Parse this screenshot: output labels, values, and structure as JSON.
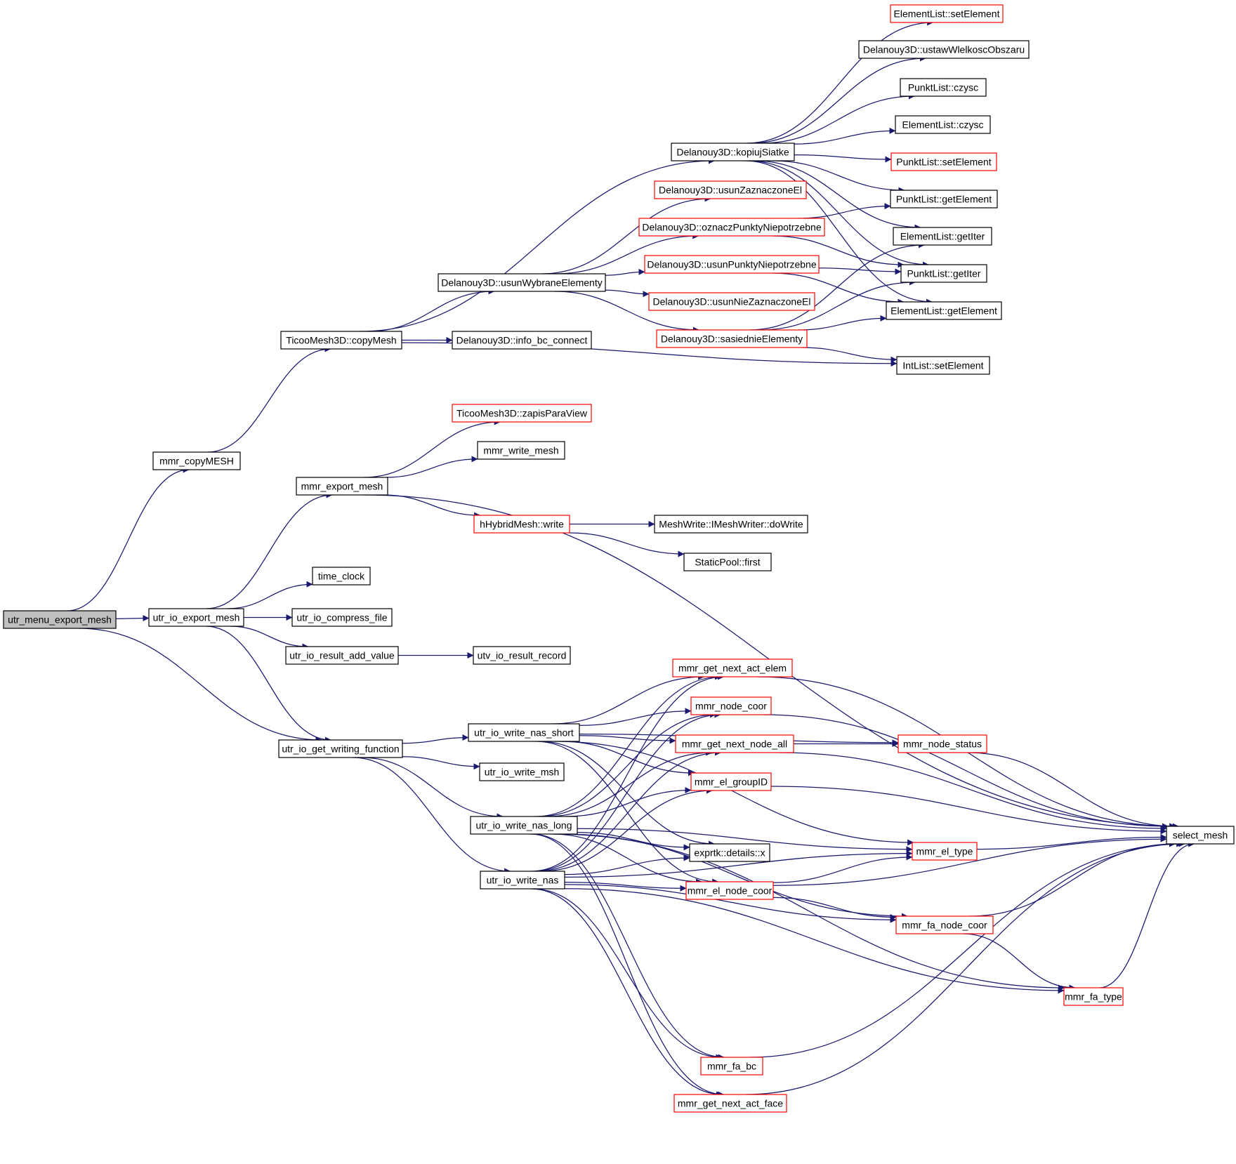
{
  "colors": {
    "edge": "#191970",
    "root_fill": "#bfbfbf",
    "normal_border": "#000000",
    "truncated_border": "#ff0000",
    "background": "#ffffff"
  },
  "nodes": {
    "root": {
      "label": "utr_menu_export_mesh",
      "kind": "root"
    },
    "copyMESH": {
      "label": "mmr_copyMESH",
      "kind": "normal"
    },
    "export": {
      "label": "utr_io_export_mesh",
      "kind": "normal"
    },
    "getwf": {
      "label": "utr_io_get_writing_function",
      "kind": "normal"
    },
    "copyMesh": {
      "label": "TicooMesh3D::copyMesh",
      "kind": "normal"
    },
    "kopiuj": {
      "label": "Delanouy3D::kopiujSiatke",
      "kind": "normal"
    },
    "usunWybrane": {
      "label": "Delanouy3D::usunWybraneElementy",
      "kind": "normal"
    },
    "infobc": {
      "label": "Delanouy3D::info_bc_connect",
      "kind": "normal"
    },
    "elSet": {
      "label": "ElementList::setElement",
      "kind": "truncated"
    },
    "ustaw": {
      "label": "Delanouy3D::ustawWlelkoscObszaru",
      "kind": "normal"
    },
    "ptCzysc": {
      "label": "PunktList::czysc",
      "kind": "normal"
    },
    "elCzysc": {
      "label": "ElementList::czysc",
      "kind": "normal"
    },
    "ptSet": {
      "label": "PunktList::setElement",
      "kind": "truncated"
    },
    "ptGetEl": {
      "label": "PunktList::getElement",
      "kind": "normal"
    },
    "elGetIter": {
      "label": "ElementList::getIter",
      "kind": "normal"
    },
    "ptGetIter": {
      "label": "PunktList::getIter",
      "kind": "normal"
    },
    "elGetEl": {
      "label": "ElementList::getElement",
      "kind": "normal"
    },
    "intSet": {
      "label": "IntList::setElement",
      "kind": "normal"
    },
    "usunZazn": {
      "label": "Delanouy3D::usunZaznaczoneEl",
      "kind": "truncated"
    },
    "oznacz": {
      "label": "Delanouy3D::oznaczPunktyNiepotrzebne",
      "kind": "truncated"
    },
    "usunPunkty": {
      "label": "Delanouy3D::usunPunktyNiepotrzebne",
      "kind": "truncated"
    },
    "usunNie": {
      "label": "Delanouy3D::usunNieZaznaczoneEl",
      "kind": "truncated"
    },
    "sasiednie": {
      "label": "Delanouy3D::sasiednieElementy",
      "kind": "truncated"
    },
    "exportMesh": {
      "label": "mmr_export_mesh",
      "kind": "normal"
    },
    "zapis": {
      "label": "TicooMesh3D::zapisParaView",
      "kind": "truncated"
    },
    "writeMesh": {
      "label": "mmr_write_mesh",
      "kind": "normal"
    },
    "hybrid": {
      "label": "hHybridMesh::write",
      "kind": "truncated"
    },
    "doWrite": {
      "label": "MeshWrite::IMeshWriter::doWrite",
      "kind": "normal"
    },
    "staticPool": {
      "label": "StaticPool::first",
      "kind": "normal"
    },
    "timeClock": {
      "label": "time_clock",
      "kind": "normal"
    },
    "compress": {
      "label": "utr_io_compress_file",
      "kind": "normal"
    },
    "addValue": {
      "label": "utr_io_result_add_value",
      "kind": "normal"
    },
    "resultRecord": {
      "label": "utv_io_result_record",
      "kind": "normal"
    },
    "nasShort": {
      "label": "utr_io_write_nas_short",
      "kind": "normal"
    },
    "msh": {
      "label": "utr_io_write_msh",
      "kind": "normal"
    },
    "nasLong": {
      "label": "utr_io_write_nas_long",
      "kind": "normal"
    },
    "nas": {
      "label": "utr_io_write_nas",
      "kind": "normal"
    },
    "nextActElem": {
      "label": "mmr_get_next_act_elem",
      "kind": "truncated"
    },
    "nodeCoor": {
      "label": "mmr_node_coor",
      "kind": "truncated"
    },
    "nextNodeAll": {
      "label": "mmr_get_next_node_all",
      "kind": "truncated"
    },
    "nodeStatus": {
      "label": "mmr_node_status",
      "kind": "truncated"
    },
    "groupID": {
      "label": "mmr_el_groupID",
      "kind": "truncated"
    },
    "exprtk": {
      "label": "exprtk::details::x",
      "kind": "normal"
    },
    "elType": {
      "label": "mmr_el_type",
      "kind": "truncated"
    },
    "elNodeCoor": {
      "label": "mmr_el_node_coor",
      "kind": "truncated"
    },
    "faNodeCoor": {
      "label": "mmr_fa_node_coor",
      "kind": "truncated"
    },
    "faType": {
      "label": "mmr_fa_type",
      "kind": "truncated"
    },
    "faBc": {
      "label": "mmr_fa_bc",
      "kind": "truncated"
    },
    "nextActFace": {
      "label": "mmr_get_next_act_face",
      "kind": "truncated"
    },
    "selectMesh": {
      "label": "select_mesh",
      "kind": "normal"
    }
  },
  "edges": [
    [
      "root",
      "copyMESH"
    ],
    [
      "root",
      "export"
    ],
    [
      "root",
      "getwf"
    ],
    [
      "copyMESH",
      "copyMesh"
    ],
    [
      "copyMesh",
      "kopiuj"
    ],
    [
      "copyMesh",
      "usunWybrane"
    ],
    [
      "copyMesh",
      "infobc"
    ],
    [
      "copyMesh",
      "intSet"
    ],
    [
      "kopiuj",
      "elSet"
    ],
    [
      "kopiuj",
      "ustaw"
    ],
    [
      "kopiuj",
      "ptCzysc"
    ],
    [
      "kopiuj",
      "elCzysc"
    ],
    [
      "kopiuj",
      "ptSet"
    ],
    [
      "kopiuj",
      "ptGetEl"
    ],
    [
      "kopiuj",
      "elGetIter"
    ],
    [
      "kopiuj",
      "ptGetIter"
    ],
    [
      "kopiuj",
      "elGetEl"
    ],
    [
      "usunWybrane",
      "usunZazn"
    ],
    [
      "usunWybrane",
      "oznacz"
    ],
    [
      "usunWybrane",
      "usunPunkty"
    ],
    [
      "usunWybrane",
      "usunNie"
    ],
    [
      "usunWybrane",
      "sasiednie"
    ],
    [
      "oznacz",
      "ptGetEl"
    ],
    [
      "oznacz",
      "ptGetIter"
    ],
    [
      "usunPunkty",
      "ptGetIter"
    ],
    [
      "usunPunkty",
      "elGetEl"
    ],
    [
      "sasiednie",
      "elGetIter"
    ],
    [
      "sasiednie",
      "ptGetIter"
    ],
    [
      "sasiednie",
      "elGetEl"
    ],
    [
      "sasiednie",
      "intSet"
    ],
    [
      "export",
      "exportMesh"
    ],
    [
      "export",
      "timeClock"
    ],
    [
      "export",
      "compress"
    ],
    [
      "export",
      "addValue"
    ],
    [
      "export",
      "getwf"
    ],
    [
      "exportMesh",
      "zapis"
    ],
    [
      "exportMesh",
      "writeMesh"
    ],
    [
      "exportMesh",
      "hybrid"
    ],
    [
      "exportMesh",
      "selectMesh"
    ],
    [
      "hybrid",
      "doWrite"
    ],
    [
      "hybrid",
      "staticPool"
    ],
    [
      "addValue",
      "resultRecord"
    ],
    [
      "getwf",
      "nasShort"
    ],
    [
      "getwf",
      "msh"
    ],
    [
      "getwf",
      "nasLong"
    ],
    [
      "getwf",
      "nas"
    ],
    [
      "nasShort",
      "nextActElem"
    ],
    [
      "nasShort",
      "nodeCoor"
    ],
    [
      "nasShort",
      "nextNodeAll"
    ],
    [
      "nasShort",
      "nodeStatus"
    ],
    [
      "nasShort",
      "groupID"
    ],
    [
      "nasShort",
      "exprtk"
    ],
    [
      "nasShort",
      "elType"
    ],
    [
      "nasShort",
      "elNodeCoor"
    ],
    [
      "nasLong",
      "nextActElem"
    ],
    [
      "nasLong",
      "nodeCoor"
    ],
    [
      "nasLong",
      "nextNodeAll"
    ],
    [
      "nasLong",
      "groupID"
    ],
    [
      "nasLong",
      "exprtk"
    ],
    [
      "nasLong",
      "elType"
    ],
    [
      "nasLong",
      "elNodeCoor"
    ],
    [
      "nasLong",
      "faNodeCoor"
    ],
    [
      "nasLong",
      "faType"
    ],
    [
      "nasLong",
      "faBc"
    ],
    [
      "nasLong",
      "nextActFace"
    ],
    [
      "nas",
      "nextActElem"
    ],
    [
      "nas",
      "nodeCoor"
    ],
    [
      "nas",
      "nextNodeAll"
    ],
    [
      "nas",
      "groupID"
    ],
    [
      "nas",
      "exprtk"
    ],
    [
      "nas",
      "elType"
    ],
    [
      "nas",
      "elNodeCoor"
    ],
    [
      "nas",
      "faNodeCoor"
    ],
    [
      "nas",
      "faType"
    ],
    [
      "nas",
      "faBc"
    ],
    [
      "nas",
      "nextActFace"
    ],
    [
      "nextActElem",
      "selectMesh"
    ],
    [
      "nodeCoor",
      "selectMesh"
    ],
    [
      "nextNodeAll",
      "nodeStatus"
    ],
    [
      "nextNodeAll",
      "selectMesh"
    ],
    [
      "nodeStatus",
      "selectMesh"
    ],
    [
      "groupID",
      "selectMesh"
    ],
    [
      "elType",
      "selectMesh"
    ],
    [
      "elNodeCoor",
      "elType"
    ],
    [
      "elNodeCoor",
      "selectMesh"
    ],
    [
      "elNodeCoor",
      "faNodeCoor"
    ],
    [
      "faNodeCoor",
      "selectMesh"
    ],
    [
      "faNodeCoor",
      "faType"
    ],
    [
      "faType",
      "selectMesh"
    ],
    [
      "faBc",
      "selectMesh"
    ],
    [
      "nextActFace",
      "selectMesh"
    ]
  ]
}
